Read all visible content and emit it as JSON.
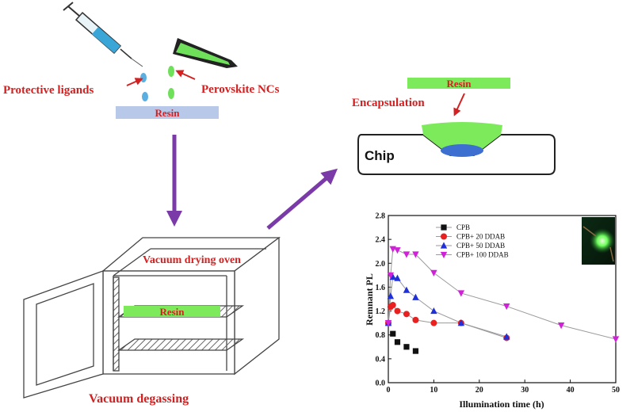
{
  "colors": {
    "accent_red": "#d42020",
    "resin_fill": "#7dea5b",
    "resin_bar_fill": "#b8c8e8",
    "arrow_purple": "#7a3aa8",
    "drop_blue": "#5aaee0",
    "nc_green": "#7dea5b"
  },
  "steps": {
    "protective_ligands": "Protective ligands",
    "perovskite_ncs": "Perovskite NCs",
    "resin_bar": "Resin",
    "oven_label": "Vacuum drying oven",
    "oven_resin": "Resin",
    "vacuum_degassing": "Vacuum degassing",
    "encapsulation": "Encapsulation",
    "encap_resin": "Resin",
    "chip": "Chip"
  },
  "icons": [
    "syringe-icon",
    "pipette-icon",
    "droplet-icon",
    "nc-droplet-icon",
    "led-photo-icon"
  ],
  "chart_data": {
    "type": "line",
    "xlabel": "Illumination time (h)",
    "ylabel": "Remnant PL",
    "xlim": [
      0,
      50
    ],
    "ylim": [
      0.0,
      2.8
    ],
    "xticks": [
      0,
      10,
      20,
      30,
      40,
      50
    ],
    "yticks": [
      0.0,
      0.4,
      0.8,
      1.2,
      1.6,
      2.0,
      2.4,
      2.8
    ],
    "legend_position": "top-left",
    "series": [
      {
        "name": "CPB",
        "color": "#111111",
        "marker": "square",
        "x": [
          0,
          1,
          2,
          4,
          6
        ],
        "y": [
          1.0,
          0.82,
          0.68,
          0.6,
          0.53
        ]
      },
      {
        "name": "CPB+ 20 DDAB",
        "color": "#e82020",
        "marker": "circle",
        "x": [
          0,
          0.5,
          1,
          2,
          4,
          6,
          10,
          16,
          26
        ],
        "y": [
          1.0,
          1.27,
          1.3,
          1.2,
          1.15,
          1.05,
          1.0,
          1.0,
          0.75
        ]
      },
      {
        "name": "CPB+ 50 DDAB",
        "color": "#2030d8",
        "marker": "triangle-up",
        "x": [
          0,
          0.5,
          1,
          2,
          4,
          6,
          10,
          16,
          26
        ],
        "y": [
          1.0,
          1.45,
          1.77,
          1.75,
          1.55,
          1.43,
          1.2,
          1.0,
          0.77
        ]
      },
      {
        "name": "CPB+ 100 DDAB",
        "color": "#d020d8",
        "marker": "triangle-down",
        "x": [
          0,
          0.5,
          1,
          2,
          4,
          6,
          10,
          16,
          26,
          38,
          50
        ],
        "y": [
          1.0,
          1.8,
          2.24,
          2.22,
          2.15,
          2.15,
          1.84,
          1.5,
          1.28,
          0.96,
          0.73
        ]
      }
    ]
  }
}
